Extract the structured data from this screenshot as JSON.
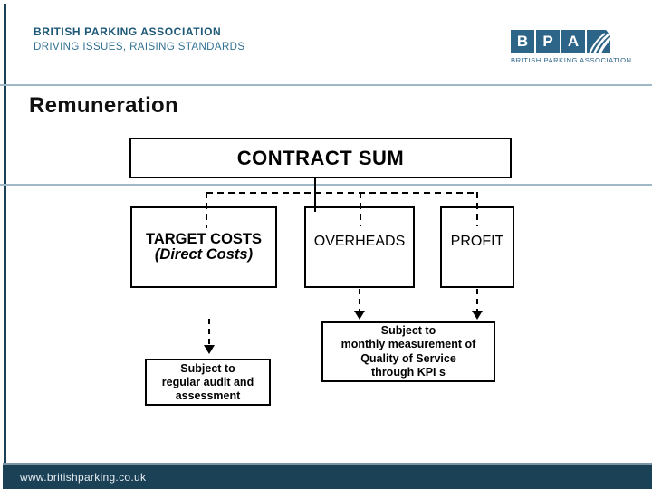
{
  "colors": {
    "brand": "#2d6589",
    "brand_dark": "#1d5878",
    "bar": "#1b4156",
    "rule": "#9fb9c6",
    "ink": "#000000",
    "footer_text": "#e6edf2"
  },
  "header": {
    "org_name": "BRITISH PARKING ASSOCIATION",
    "tagline": "DRIVING ISSUES, RAISING STANDARDS",
    "bpa": {
      "letters": [
        "B",
        "P",
        "A"
      ],
      "caption": "BRITISH PARKING ASSOCIATION"
    }
  },
  "slide": {
    "title": "Remuneration",
    "diagram": {
      "root_label": "CONTRACT SUM",
      "branches": [
        {
          "label": "TARGET COSTS",
          "sublabel": "(Direct Costs)"
        },
        {
          "label": "OVERHEADS",
          "sublabel": ""
        },
        {
          "label": "PROFIT",
          "sublabel": ""
        }
      ],
      "notes": [
        {
          "lines": [
            "Subject to",
            "regular audit and",
            "assessment"
          ]
        },
        {
          "lines": [
            "Subject to",
            "monthly measurement of",
            "Quality of Service",
            "through KPI s"
          ]
        }
      ]
    }
  },
  "footer": {
    "url": "www.britishparking.co.uk"
  }
}
